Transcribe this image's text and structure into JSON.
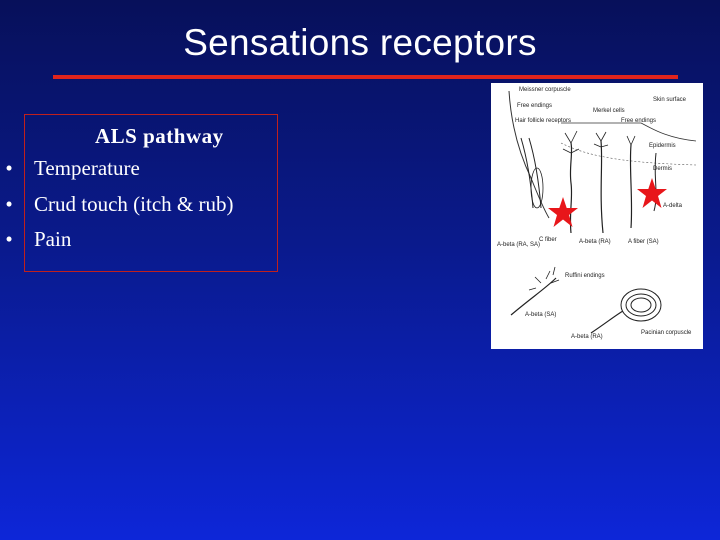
{
  "slide": {
    "title": "Sensations receptors",
    "box": {
      "heading": "ALS pathway",
      "bullet_glyph": "•",
      "items": [
        "Temperature",
        "Crud touch (itch & rub)",
        "Pain"
      ]
    }
  },
  "figure": {
    "labels": {
      "meissner": "Meissner corpuscle",
      "free_endings_1": "Free endings",
      "hair_follicle": "Hair follicle receptors",
      "merkel": "Merkel cells",
      "skin_surface": "Skin surface",
      "free_endings_2": "Free endings",
      "epidermis": "Epidermis",
      "dermis": "Dermis",
      "a_delta": "A-delta",
      "a_beta_rsa": "A-beta (RA, SA)",
      "c_fiber": "C fiber",
      "a_beta_ra": "A-beta (RA)",
      "a_fiber_sa": "A fiber (SA)",
      "ruffini": "Ruffini endings",
      "a_beta_sa": "A-beta (SA)",
      "a_beta_ra2": "A-beta (RA)",
      "pacinian": "Pacinian corpuscle"
    }
  },
  "colors": {
    "star": "#e8161a",
    "rule": "#e0241c"
  }
}
